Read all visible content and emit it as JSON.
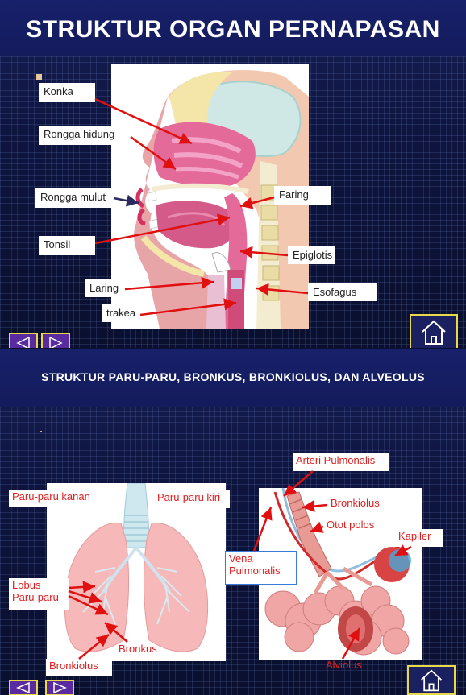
{
  "slide1": {
    "title": "STRUKTUR ORGAN PERNAPASAN",
    "labels": {
      "konka": "Konka",
      "rongga_hidung": "Rongga hidung",
      "rongga_mulut": "Rongga mulut",
      "tonsil": "Tonsil",
      "laring": "Laring",
      "trakea": "trakea",
      "faring": "Faring",
      "epiglotis": "Epiglotis",
      "esofagus": "Esofagus"
    },
    "nav": {
      "prev_icon": "left-triangle-icon",
      "next_icon": "right-triangle-icon",
      "home_icon": "home-icon"
    }
  },
  "slide2": {
    "title": "STRUKTUR PARU-PARU, BRONKUS, BRONKIOLUS, DAN ALVEOLUS",
    "labels": {
      "paru_kanan": "Paru-paru kanan",
      "paru_kiri": "Paru-paru kiri",
      "lobus": "Lobus\nParu-paru",
      "bronkus": "Bronkus",
      "bronkiolus_left": "Bronkiolus",
      "arteri": "Arteri Pulmonalis",
      "bronkiolus_right": "Bronkiolus",
      "otot_polos": "Otot polos",
      "kapiler": "Kapiler",
      "vena": "Vena\nPulmonalis",
      "alviolus": "Alviolus"
    },
    "nav": {
      "prev_icon": "left-triangle-icon",
      "next_icon": "right-triangle-icon",
      "home_icon": "home-icon"
    }
  },
  "colors": {
    "background": "#0d1436",
    "header": "#17206a",
    "pointer": "#e01010",
    "nav_border": "#e8d84a",
    "nav_fill": "#5a2aa0"
  }
}
